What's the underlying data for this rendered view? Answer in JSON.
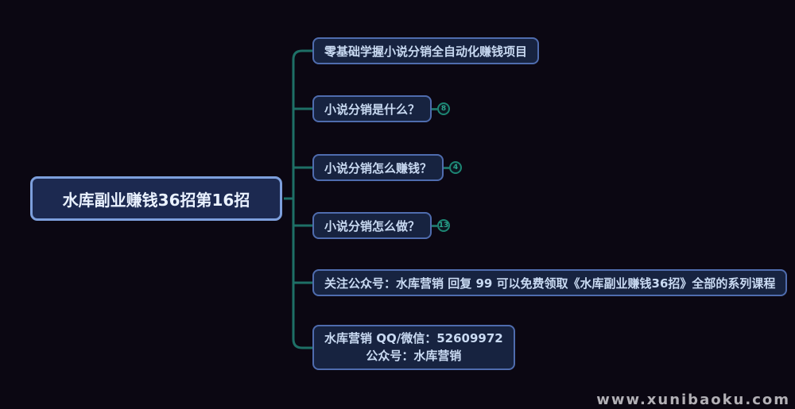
{
  "colors": {
    "background": "#0b0712",
    "root_fill": "#1c2950",
    "root_border": "#7d9fdc",
    "child_fill": "#172340",
    "child_border": "#4f6cae",
    "text": "#c9daf2",
    "connector": "#1e6f66",
    "badge": "#1d8573",
    "watermark": "#b2b0b5"
  },
  "mindmap": {
    "root": {
      "label": "水库副业赚钱36招第16招"
    },
    "children": [
      {
        "label": "零基础学握小说分销全自动化赚钱项目"
      },
      {
        "label": "小说分销是什么？",
        "badge": "8"
      },
      {
        "label": "小说分销怎么赚钱？",
        "badge": "4"
      },
      {
        "label": "小说分销怎么做？",
        "badge": "13"
      },
      {
        "label": "关注公众号：水库营销 回复 99 可以免费领取《水库副业赚钱36招》全部的系列课程"
      },
      {
        "label": "水库营销  QQ/微信：52609972\n公众号：水库营销"
      }
    ]
  },
  "watermark": "www.xunibaoku.com"
}
